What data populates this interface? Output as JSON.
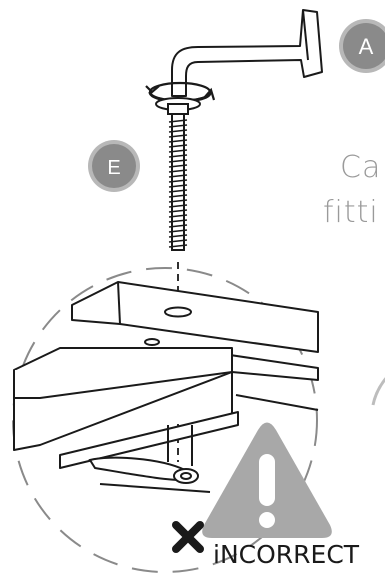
{
  "badges": {
    "tool_letter": "A",
    "screw_letter": "E"
  },
  "caption": {
    "line1": "Ca",
    "line2": "fitti"
  },
  "warning": {
    "label": "iNCORRECT",
    "mark": "✖"
  },
  "colors": {
    "badge_fill": "#8a8a8a",
    "badge_ring": "#b8b8b8",
    "warning_triangle": "#a8a8a8",
    "line": "#1a1a1a",
    "caption_text": "#9a9a9a"
  }
}
